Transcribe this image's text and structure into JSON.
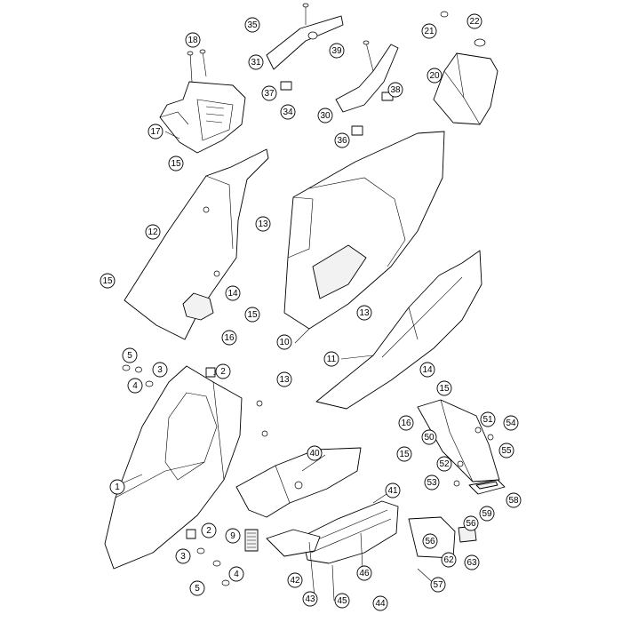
{
  "diagram": {
    "callouts": [
      {
        "num": "1"
      },
      {
        "num": "2"
      },
      {
        "num": "2"
      },
      {
        "num": "3"
      },
      {
        "num": "3"
      },
      {
        "num": "4"
      },
      {
        "num": "4"
      },
      {
        "num": "5"
      },
      {
        "num": "5"
      },
      {
        "num": "9"
      },
      {
        "num": "10"
      },
      {
        "num": "11"
      },
      {
        "num": "12"
      },
      {
        "num": "13"
      },
      {
        "num": "13"
      },
      {
        "num": "13"
      },
      {
        "num": "14"
      },
      {
        "num": "14"
      },
      {
        "num": "15"
      },
      {
        "num": "15"
      },
      {
        "num": "15"
      },
      {
        "num": "15"
      },
      {
        "num": "15"
      },
      {
        "num": "16"
      },
      {
        "num": "16"
      },
      {
        "num": "17"
      },
      {
        "num": "18"
      },
      {
        "num": "20"
      },
      {
        "num": "21"
      },
      {
        "num": "22"
      },
      {
        "num": "30"
      },
      {
        "num": "31"
      },
      {
        "num": "34"
      },
      {
        "num": "35"
      },
      {
        "num": "36"
      },
      {
        "num": "37"
      },
      {
        "num": "38"
      },
      {
        "num": "39"
      },
      {
        "num": "40"
      },
      {
        "num": "41"
      },
      {
        "num": "42"
      },
      {
        "num": "43"
      },
      {
        "num": "44"
      },
      {
        "num": "45"
      },
      {
        "num": "46"
      },
      {
        "num": "50"
      },
      {
        "num": "51"
      },
      {
        "num": "52"
      },
      {
        "num": "53"
      },
      {
        "num": "54"
      },
      {
        "num": "55"
      },
      {
        "num": "56"
      },
      {
        "num": "56"
      },
      {
        "num": "57"
      },
      {
        "num": "58"
      },
      {
        "num": "59"
      },
      {
        "num": "62"
      },
      {
        "num": "63"
      }
    ]
  }
}
